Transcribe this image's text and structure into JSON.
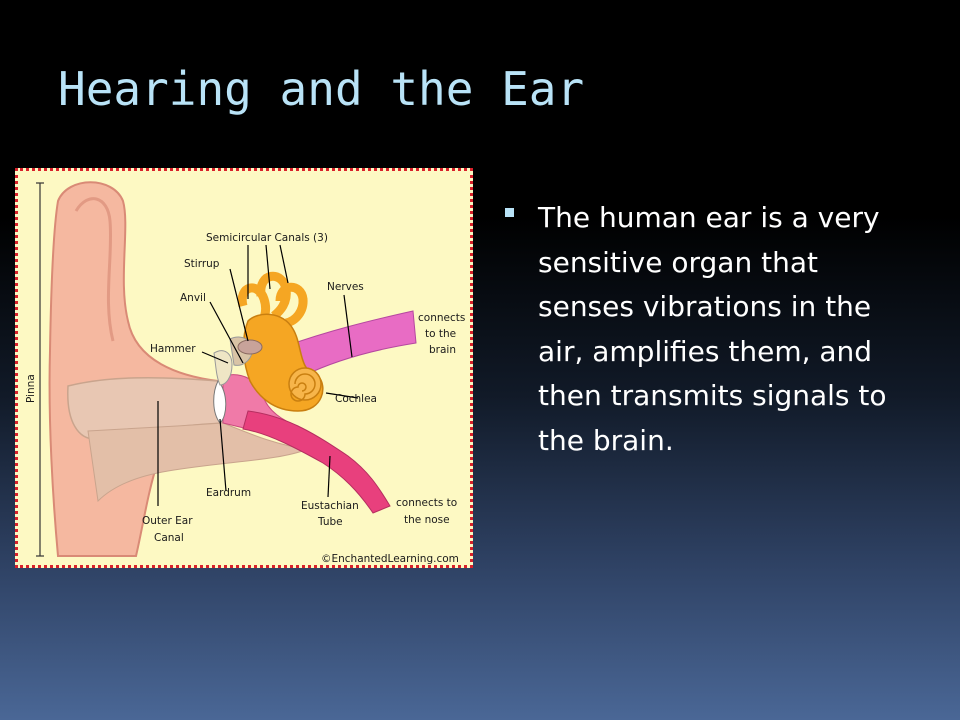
{
  "slide": {
    "title": "Hearing and the Ear",
    "bullet": "The human ear is a very sensitive organ that senses vibrations in the air, amplifies them, and then transmits signals to the brain."
  },
  "diagram": {
    "labels": {
      "pinna": "Pinna",
      "semicircular": "Semicircular Canals (3)",
      "stirrup": "Stirrup",
      "anvil": "Anvil",
      "hammer": "Hammer",
      "nerves": "Nerves",
      "connects_brain_1": "connects",
      "connects_brain_2": "to the",
      "connects_brain_3": "brain",
      "cochlea": "Cochlea",
      "eardrum": "Eardrum",
      "outer_ear_1": "Outer Ear",
      "outer_ear_2": "Canal",
      "eustachian_1": "Eustachian",
      "eustachian_2": "Tube",
      "connects_nose_1": "connects to",
      "connects_nose_2": "the nose",
      "credit": "©EnchantedLearning.com"
    },
    "colors": {
      "background": "#fdf9c3",
      "border": "#d8212a",
      "pinna": "#f5b8a0",
      "canal": "#e8c7b3",
      "inner_ear": "#f5a623",
      "nerve": "#e86cc4",
      "tube": "#e8407d"
    }
  }
}
